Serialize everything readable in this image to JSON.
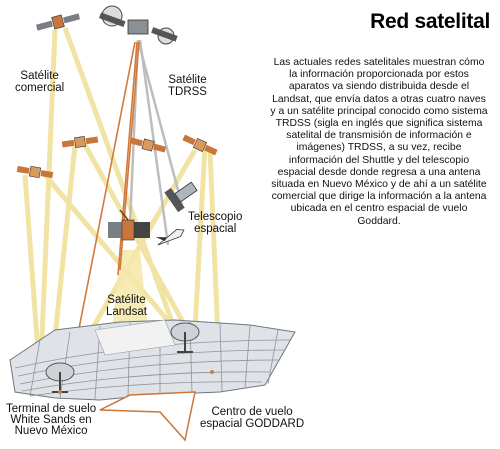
{
  "title": "Red satelital",
  "description": "Las actuales redes satelitales muestran cómo la información proporcionada por estos aparatos va siendo distribuida desde el Landsat, que envía datos a otras cuatro naves y a un satélite principal conocido como sistema TRDSS (sigla en inglés que significa sistema satelital de transmisión de información e imágenes) TRDSS, a su vez, recibe información del Shuttle y del telescopio espacial desde donde regresa a una antena situada en Nuevo México y de ahí a un satélite comercial que dirige la información a la antena ubicada en el centro espacial de vuelo Goddard.",
  "labels": {
    "commercial": [
      "Satélite",
      "comercial"
    ],
    "tdrss": [
      "Satélite",
      "TDRSS"
    ],
    "telescope": [
      "Telescopio",
      "espacial"
    ],
    "landsat": [
      "Satélite",
      "Landsat"
    ],
    "white_sands": [
      "Terminal de suelo",
      "White Sands en",
      "Nuevo México"
    ],
    "goddard": [
      "Centro de vuelo",
      "espacial GODDARD"
    ]
  },
  "colors": {
    "beam_yellow": "#f3e7a6",
    "beam_orange": "#d27a3c",
    "beam_gray": "#b9b9b9",
    "satellite_body": "#c8763a",
    "ground_grid": "#8f959c"
  }
}
